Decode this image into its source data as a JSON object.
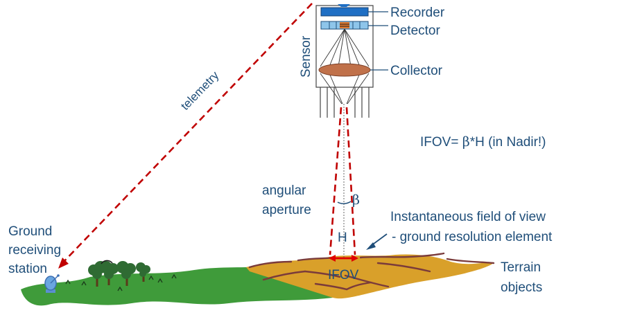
{
  "labels": {
    "recorder": "Recorder",
    "detector": "Detector",
    "collector": "Collector",
    "sensor": "Sensor",
    "telemetry": "telemetry",
    "ifov_formula_prefix": "IFOV= ",
    "ifov_formula_beta": "β",
    "ifov_formula_suffix": "*H (in Nadir!)",
    "angular_aperture_line1": "angular",
    "angular_aperture_line2": "aperture",
    "beta": "β",
    "height": "H",
    "ifov": "IFOV",
    "instantaneous_line1": "Instantaneous field of view",
    "instantaneous_line2": "- ground resolution element",
    "ground_station_line1": "Ground",
    "ground_station_line2": "receiving",
    "ground_station_line3": "station",
    "terrain_line1": "Terrain",
    "terrain_line2": "objects"
  },
  "colors": {
    "label_text": "#1f4e79",
    "recorder_fill": "#1f6fc4",
    "detector_fill": "#8ec5ea",
    "collector_fill": "#c0714a",
    "telemetry_dash": "#c00000",
    "ground_green": "#3f9b3a",
    "terrain_tan": "#d9a02a",
    "terrain_lines": "#7a3b3b",
    "ifov_arrow": "#e00000",
    "tree_green": "#2f6b33"
  },
  "icons": {
    "ground_station": "satellite-dish-icon",
    "trees": "tree-icon",
    "pointer_arrow": "arrow-icon"
  }
}
